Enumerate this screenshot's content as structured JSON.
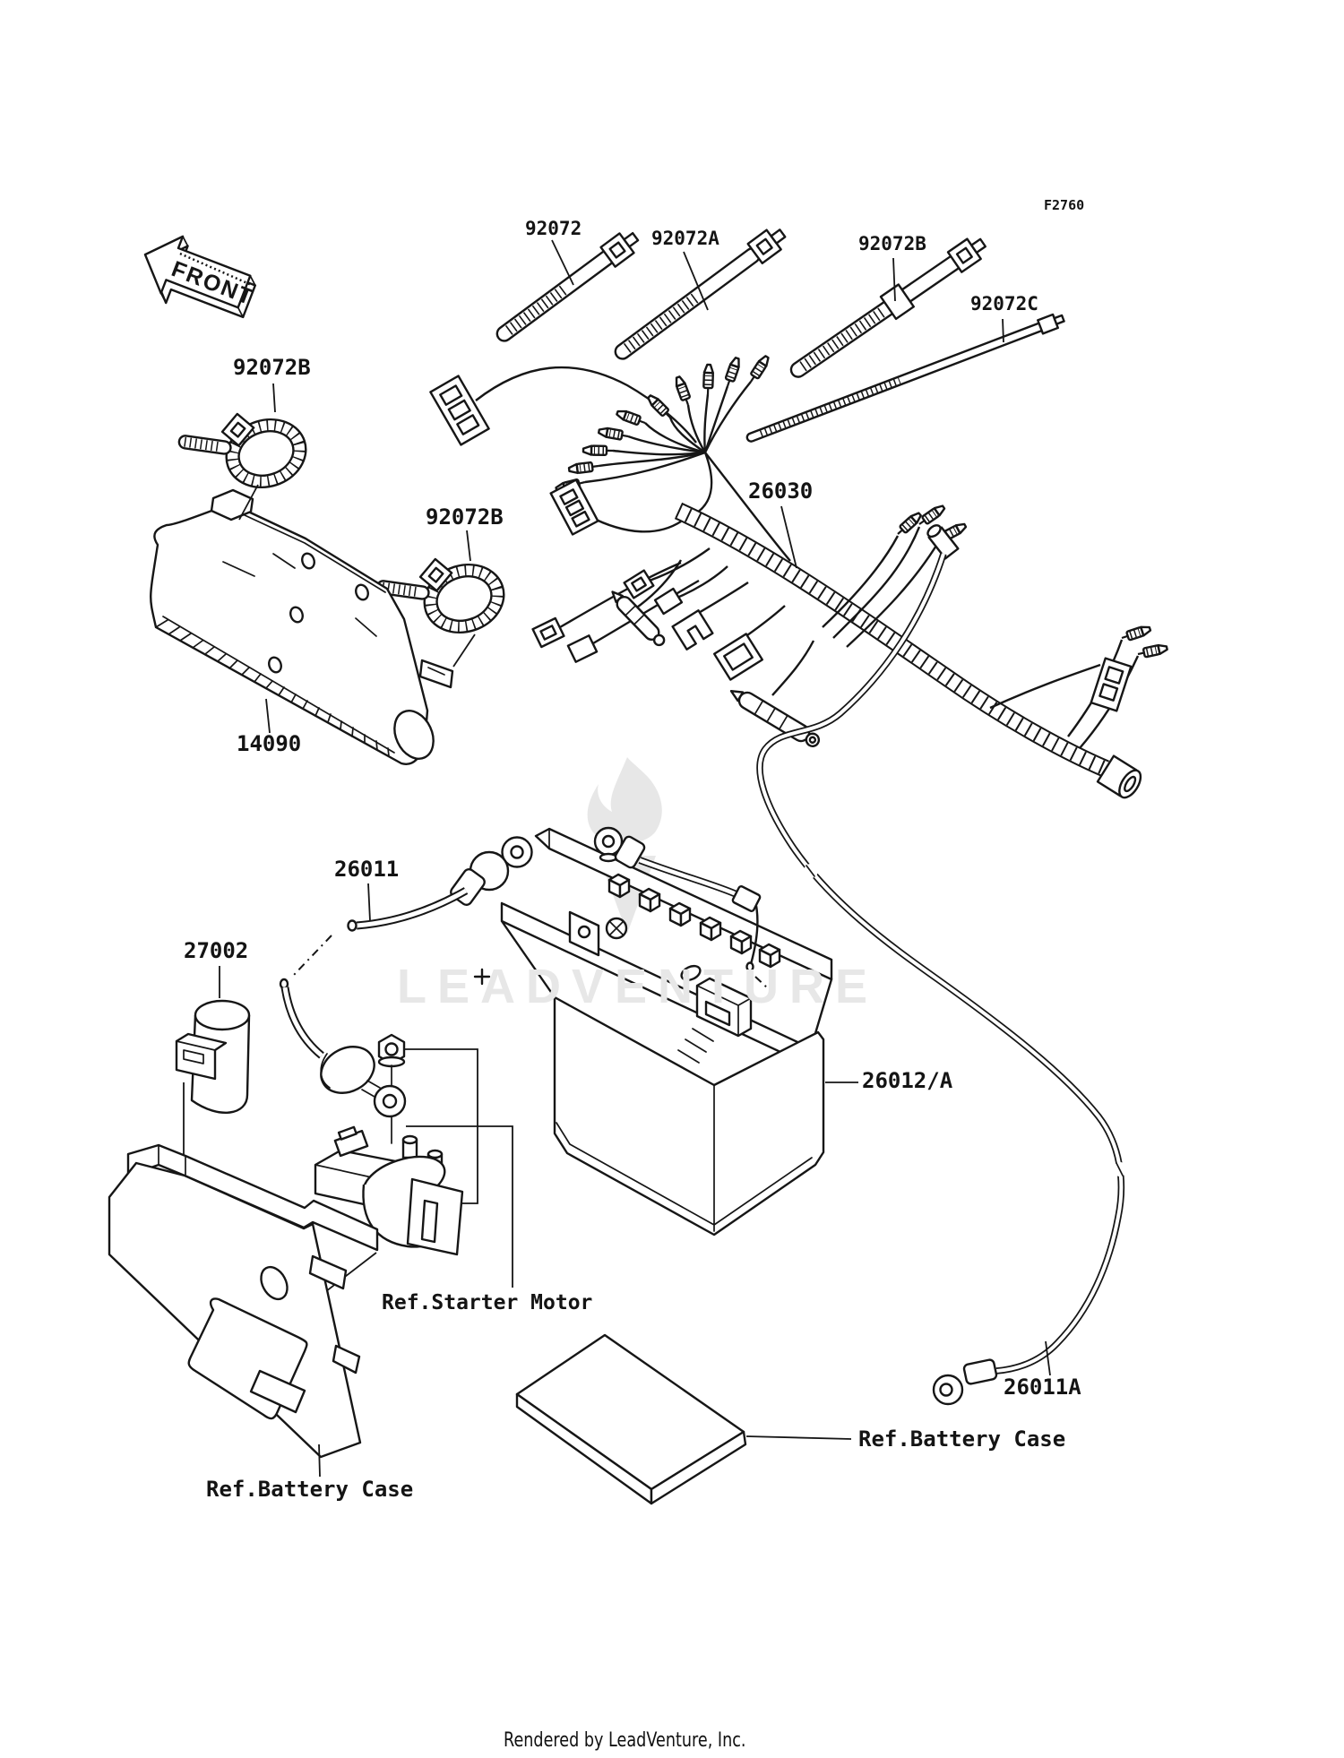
{
  "meta": {
    "fiche_code": "F2760",
    "watermark": "LEADVENTURE",
    "credit": "Rendered by LeadVenture, Inc.",
    "line_color": "#161616",
    "watermark_color": "#e7e7e7",
    "background": "#ffffff"
  },
  "front_marker": {
    "text": "FRONT"
  },
  "callouts": {
    "tie_92072": "92072",
    "tie_92072a": "92072A",
    "tie_92072b_top": "92072B",
    "tie_92072c": "92072C",
    "clamp_92072b_left": "92072B",
    "clamp_92072b_mid": "92072B",
    "harness_26030": "26030",
    "cover_14090": "14090",
    "cable_26011": "26011",
    "condenser_27002": "27002",
    "battery_26012": "26012/A",
    "cable_26011a": "26011A",
    "ref_starter_motor": "Ref.Starter Motor",
    "ref_battery_case_right": "Ref.Battery Case",
    "ref_battery_case_bottom": "Ref.Battery Case"
  }
}
